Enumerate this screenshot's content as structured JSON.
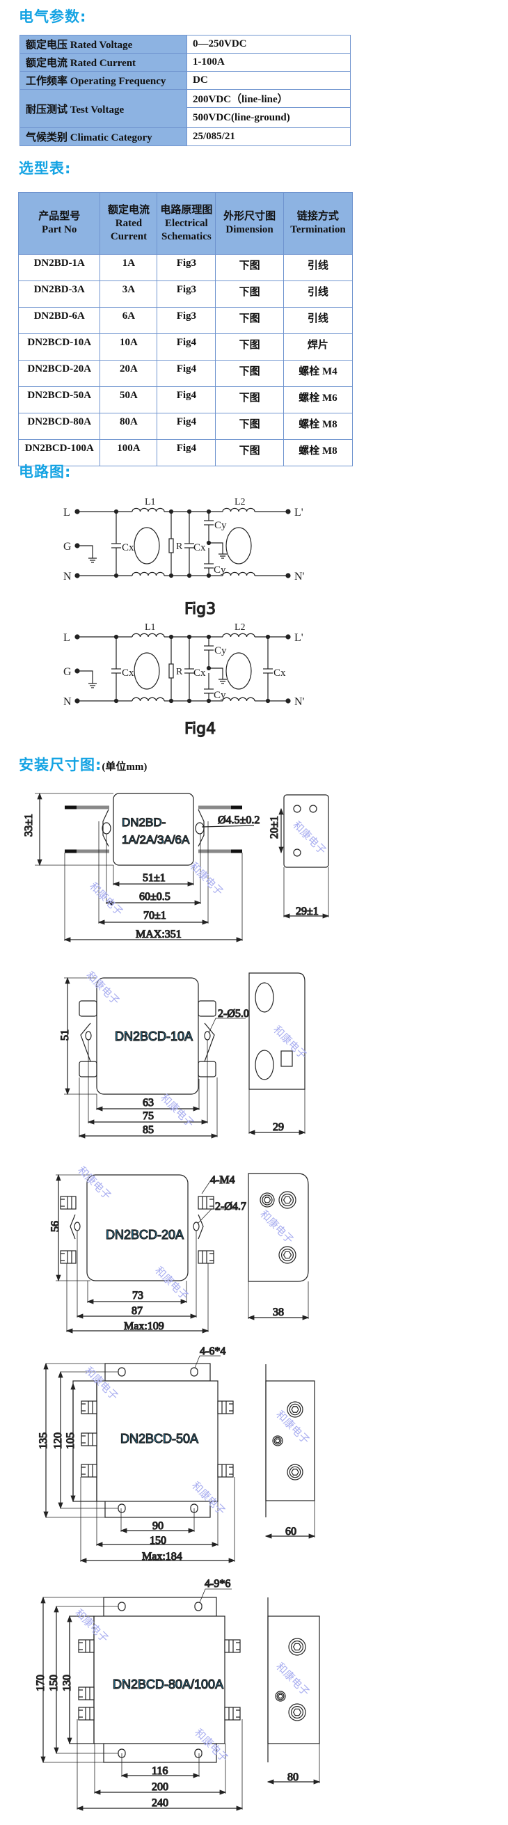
{
  "headings": {
    "electrical": "电气参数:",
    "selection": "选型表:",
    "circuit": "电路图:",
    "install": "安装尺寸图:",
    "install_unit": "(单位mm)"
  },
  "params": [
    {
      "label": "额定电压 Rated Voltage",
      "value": "0—250VDC"
    },
    {
      "label": "额定电流 Rated Current",
      "value": "1-100A"
    },
    {
      "label": "工作频率 Operating Frequency",
      "value": "DC"
    },
    {
      "label": "耐压测试 Test Voltage",
      "value": "200VDC（line-line）",
      "value2": "500VDC(line-ground)"
    },
    {
      "label": "气候类别 Climatic Category",
      "value": "25/085/21"
    }
  ],
  "selection": {
    "headers": [
      {
        "cn": "产品型号",
        "en": "Part No"
      },
      {
        "cn": "额定电流",
        "en": "Rated Current"
      },
      {
        "cn": "电路原理图",
        "en": "Electrical Schematics"
      },
      {
        "cn": "外形尺寸图",
        "en": "Dimension"
      },
      {
        "cn": "链接方式",
        "en": "Termination"
      }
    ],
    "rows": [
      [
        "DN2BD-1A",
        "1A",
        "Fig3",
        "下图",
        "引线"
      ],
      [
        "DN2BD-3A",
        "3A",
        "Fig3",
        "下图",
        "引线"
      ],
      [
        "DN2BD-6A",
        "6A",
        "Fig3",
        "下图",
        "引线"
      ],
      [
        "DN2BCD-10A",
        "10A",
        "Fig4",
        "下图",
        "焊片"
      ],
      [
        "DN2BCD-20A",
        "20A",
        "Fig4",
        "下图",
        "螺栓 M4"
      ],
      [
        "DN2BCD-50A",
        "50A",
        "Fig4",
        "下图",
        "螺栓 M6"
      ],
      [
        "DN2BCD-80A",
        "80A",
        "Fig4",
        "下图",
        "螺栓 M8"
      ],
      [
        "DN2BCD-100A",
        "100A",
        "Fig4",
        "下图",
        "螺栓 M8"
      ]
    ]
  },
  "circuit": {
    "terminals": {
      "L": "L",
      "G": "G",
      "N": "N",
      "Lp": "L'",
      "Np": "N'"
    },
    "parts": {
      "L1": "L1",
      "L2": "L2",
      "Cx": "Cx",
      "Cy": "Cy",
      "R": "R"
    },
    "fig3": "Fig3",
    "fig4": "Fig4"
  },
  "dims": {
    "d1": {
      "model1": "DN2BD-",
      "model2": "1A/2A/3A/6A",
      "hole": "Ø4.5±0.2",
      "h": "33±1",
      "a": "51±1",
      "b": "60±0.5",
      "c": "70±1",
      "max": "MAX:351",
      "side_h": "20±1",
      "side_w": "29±1"
    },
    "d2": {
      "model": "DN2BCD-10A",
      "hole": "2-Ø5.0",
      "h": "51",
      "a": "63",
      "b": "75",
      "c": "85",
      "side_w": "29"
    },
    "d3": {
      "model": "DN2BCD-20A",
      "bolt": "4-M4",
      "hole": "2-Ø4.7",
      "h": "56",
      "a": "73",
      "b": "87",
      "c": "Max:109",
      "side_w": "38"
    },
    "d4": {
      "model": "DN2BCD-50A",
      "slot": "4-6*4",
      "h1": "135",
      "h2": "120",
      "h3": "105",
      "a": "90",
      "b": "150",
      "c": "Max:184",
      "side_w": "60"
    },
    "d5": {
      "model": "DN2BCD-80A/100A",
      "slot": "4-9*6",
      "h1": "170",
      "h2": "150",
      "h3": "130",
      "a": "116",
      "b": "200",
      "c": "240",
      "side_w": "80"
    }
  },
  "watermark": "和康电子",
  "colors": {
    "heading": "#14a3e3",
    "header_bg": "#8db3e2",
    "border": "#6f94cf",
    "watermark": "#a9aef0"
  }
}
